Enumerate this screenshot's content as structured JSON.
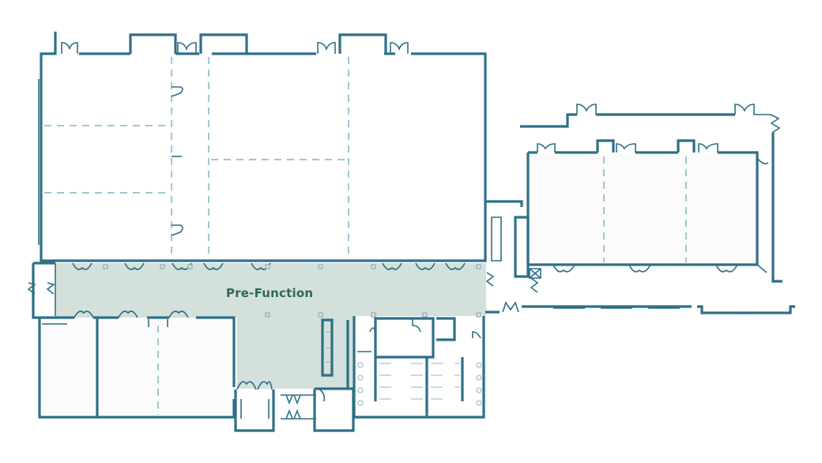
{
  "floorplan": {
    "title": "Pre-Function",
    "areas": [
      {
        "id": "prefunction",
        "label": "Pre-Function",
        "color": "#d4e0db"
      }
    ],
    "colors": {
      "wall": "#2e6f86",
      "partition": "#7fb5c2",
      "prefunction_fill": "#d4e0db",
      "label_text": "#2d6b4f",
      "room_fill": "#fafbfa"
    }
  }
}
